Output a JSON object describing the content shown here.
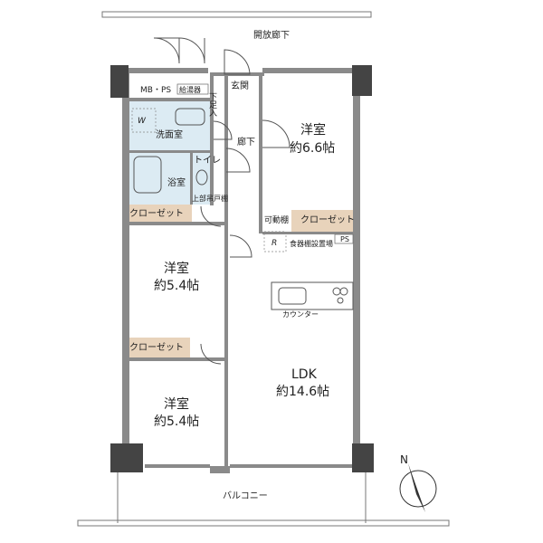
{
  "colors": {
    "wall": "#8a8a8a",
    "column": "#444444",
    "wet_area": "#dcebf3",
    "closet": "#e8d3bb",
    "floor": "#ffffff"
  },
  "labels": {
    "corridor": "開放廊下",
    "mb_ps": "MB・PS",
    "water_heater": "給湯器",
    "entrance": "玄関",
    "shoe_box": "下足入",
    "hallway": "廊下",
    "washroom": "洗面室",
    "washer_mark": "W",
    "bathroom": "浴室",
    "toilet": "トイレ",
    "toilet_shelf": "上部吊戸棚",
    "movable_shelf": "可動棚",
    "fridge_mark": "R",
    "pantry": "食器棚設置場",
    "ps": "PS",
    "counter": "カウンター",
    "balcony": "バルコニー",
    "north": "N"
  },
  "rooms": {
    "western_1": {
      "name": "洋室",
      "size": "約6.6帖"
    },
    "western_2": {
      "name": "洋室",
      "size": "約5.4帖"
    },
    "western_3": {
      "name": "洋室",
      "size": "約5.4帖"
    },
    "ldk": {
      "name": "LDK",
      "size": "約14.6帖"
    }
  },
  "closets": {
    "closet_1": "クローゼット",
    "closet_2": "クローゼット",
    "closet_3": "クローゼット"
  }
}
